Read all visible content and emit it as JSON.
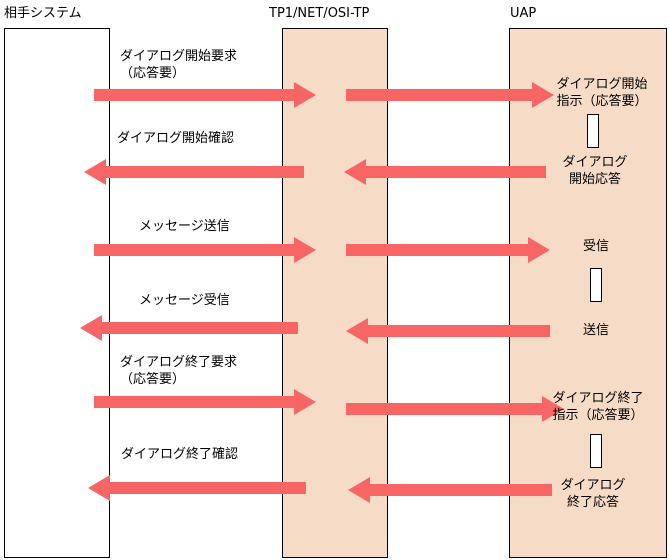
{
  "headers": {
    "left": "相手システム",
    "middle": "TP1/NET/OSI-TP",
    "right": "UAP"
  },
  "messages": [
    {
      "left_label": "ダイアログ開始要求\n（応答要）",
      "right_label": "ダイアログ開始\n指示（応答要）"
    },
    {
      "left_label": "ダイアログ開始確認",
      "right_label": "ダイアログ\n開始応答"
    },
    {
      "left_label": "メッセージ送信",
      "right_label": "受信"
    },
    {
      "left_label": "メッセージ受信",
      "right_label": "送信"
    },
    {
      "left_label": "ダイアログ終了要求\n（応答要）",
      "right_label": "ダイアログ終了\n指示（応答要）"
    },
    {
      "left_label": "ダイアログ終了確認",
      "right_label": "ダイアログ\n終了応答"
    }
  ],
  "colors": {
    "arrow": "#f86565",
    "band": "#f6dcc6"
  }
}
